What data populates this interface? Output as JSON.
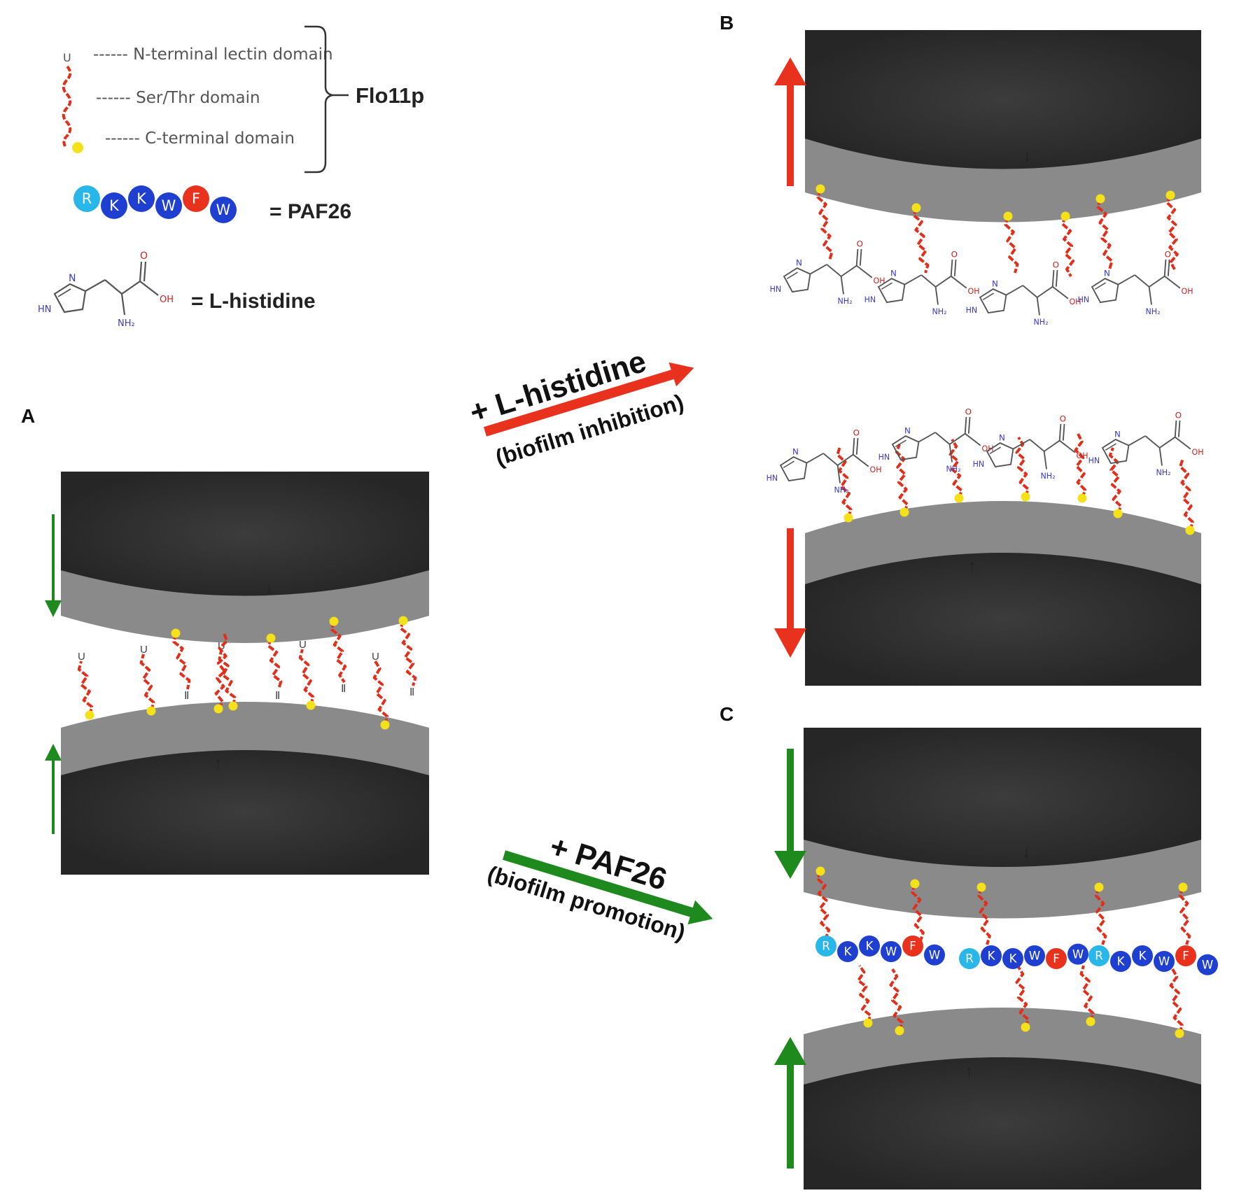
{
  "panels": {
    "a": "A",
    "b": "B",
    "c": "C"
  },
  "legend": {
    "n_terminal": "------ N-terminal lectin domain",
    "ser_thr": "------ Ser/Thr domain",
    "c_terminal": "------ C-terminal domain",
    "protein": "Flo11p",
    "paf26_label": "= PAF26",
    "histidine_label": "= L-histidine"
  },
  "peptide": [
    {
      "letter": "R",
      "color": "#29b6e8"
    },
    {
      "letter": "K",
      "color": "#1f3fd1"
    },
    {
      "letter": "K",
      "color": "#1f3fd1"
    },
    {
      "letter": "W",
      "color": "#1f3fd1"
    },
    {
      "letter": "F",
      "color": "#e8321e"
    },
    {
      "letter": "W",
      "color": "#1f3fd1"
    }
  ],
  "molecule": {
    "hn": "HN",
    "n": "N",
    "o": "O",
    "oh": "OH",
    "nh2": "NH₂"
  },
  "arrows": {
    "histidine": {
      "main": "+ L-histidine",
      "sub": "(biofilm inhibition)",
      "color": "#e8321e"
    },
    "paf26": {
      "main": "+ PAF26",
      "sub": "(biofilm promotion)",
      "color": "#1e8a1e"
    }
  },
  "colors": {
    "chain": "#e0301c",
    "anchor": "#f5e11a",
    "inhibition": "#e8321e",
    "promotion": "#1e8a1e",
    "nitrogen": "#3a3ad0",
    "oxygen": "#d02020"
  }
}
